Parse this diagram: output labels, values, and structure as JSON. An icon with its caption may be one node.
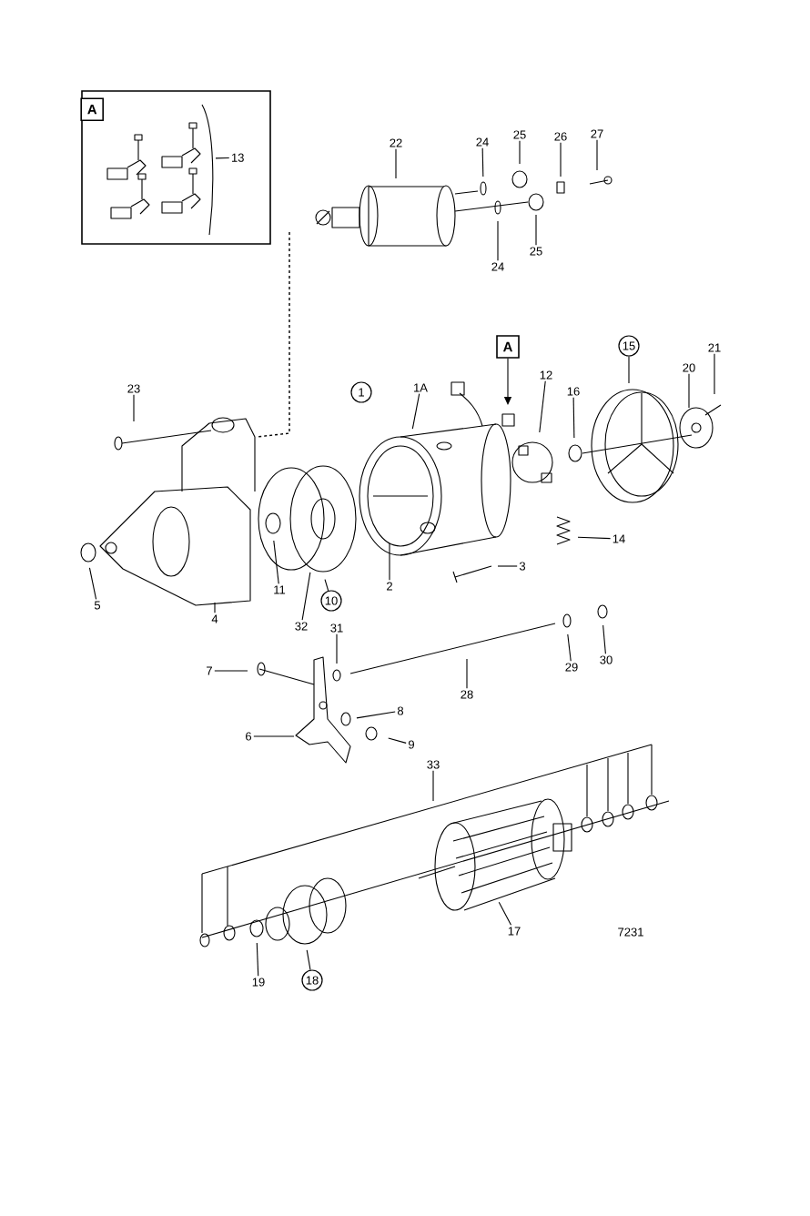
{
  "diagram": {
    "nodes": [
      {
        "text": [],
        "shape": "box"
      },
      {
        "text": [
          "A"
        ],
        "in": 0
      },
      {
        "text": [
          "13"
        ],
        "in": 0
      },
      {
        "text": [
          "22"
        ]
      },
      {
        "text": [
          "24"
        ]
      },
      {
        "text": [
          "25"
        ]
      },
      {
        "text": [
          "26"
        ]
      },
      {
        "text": [
          "27"
        ]
      },
      {
        "text": [
          "24"
        ]
      },
      {
        "text": [
          "25"
        ]
      },
      {
        "text": [
          "A"
        ]
      },
      {
        "text": [
          "15"
        ]
      },
      {
        "text": [
          "21"
        ]
      },
      {
        "text": [
          "12"
        ]
      },
      {
        "text": [
          "20"
        ]
      },
      {
        "text": [
          "23"
        ]
      },
      {
        "text": [
          "1"
        ]
      },
      {
        "text": [
          "1A"
        ]
      },
      {
        "text": [
          "16"
        ]
      },
      {
        "text": [
          "14"
        ]
      },
      {
        "text": [
          "3"
        ]
      },
      {
        "text": [
          "5"
        ]
      },
      {
        "text": [
          "11"
        ]
      },
      {
        "text": [
          "2"
        ]
      },
      {
        "text": [
          "10"
        ]
      },
      {
        "text": [
          "4"
        ]
      },
      {
        "text": [
          "32"
        ]
      },
      {
        "text": [
          "31"
        ]
      },
      {
        "text": [
          "29"
        ]
      },
      {
        "text": [
          "30"
        ]
      },
      {
        "text": [
          "7"
        ]
      },
      {
        "text": [
          "28"
        ]
      },
      {
        "text": [
          "8"
        ]
      },
      {
        "text": [
          "6"
        ]
      },
      {
        "text": [
          "9"
        ]
      },
      {
        "text": [
          "33"
        ]
      },
      {
        "text": [
          "17"
        ]
      },
      {
        "text": [
          "19"
        ]
      },
      {
        "text": [
          "18"
        ]
      }
    ],
    "edges": [
      {
        "from": 2,
        "to": null,
        "arrow": "none"
      },
      {
        "from": 3,
        "to": null,
        "arrow": "none"
      },
      {
        "from": 4,
        "to": null,
        "arrow": "none"
      },
      {
        "from": 5,
        "to": null,
        "arrow": "none"
      },
      {
        "from": 6,
        "to": null,
        "arrow": "none"
      },
      {
        "from": 7,
        "to": null,
        "arrow": "none"
      },
      {
        "from": 8,
        "to": null,
        "arrow": "none"
      },
      {
        "from": 9,
        "to": null,
        "arrow": "none"
      },
      {
        "from": 10,
        "to": null,
        "arrow": "to"
      },
      {
        "from": 11,
        "to": null,
        "arrow": "none"
      },
      {
        "from": 12,
        "to": null,
        "arrow": "none"
      },
      {
        "from": 13,
        "to": null,
        "arrow": "none"
      },
      {
        "from": 14,
        "to": null,
        "arrow": "none"
      },
      {
        "from": 15,
        "to": null,
        "arrow": "none"
      },
      {
        "from": 17,
        "to": null,
        "arrow": "none"
      },
      {
        "from": 18,
        "to": null,
        "arrow": "none"
      },
      {
        "from": 19,
        "to": null,
        "arrow": "none"
      },
      {
        "from": 20,
        "to": null,
        "arrow": "none"
      },
      {
        "from": 21,
        "to": null,
        "arrow": "none"
      },
      {
        "from": 22,
        "to": null,
        "arrow": "none"
      },
      {
        "from": 23,
        "to": null,
        "arrow": "none"
      },
      {
        "from": 24,
        "to": null,
        "arrow": "none"
      },
      {
        "from": 25,
        "to": null,
        "arrow": "none"
      },
      {
        "from": 26,
        "to": null,
        "arrow": "none"
      },
      {
        "from": 27,
        "to": null,
        "arrow": "none"
      },
      {
        "from": 28,
        "to": null,
        "arrow": "none"
      },
      {
        "from": 29,
        "to": null,
        "arrow": "none"
      },
      {
        "from": 30,
        "to": null,
        "arrow": "none"
      },
      {
        "from": 31,
        "to": null,
        "arrow": "none"
      },
      {
        "from": 32,
        "to": null,
        "arrow": "none"
      },
      {
        "from": 33,
        "to": null,
        "arrow": "none"
      },
      {
        "from": 34,
        "to": null,
        "arrow": "none"
      },
      {
        "from": 35,
        "to": null,
        "arrow": "none"
      },
      {
        "from": 36,
        "to": null,
        "arrow": "none"
      },
      {
        "from": 37,
        "to": null,
        "arrow": "none"
      },
      {
        "from": 38,
        "to": null,
        "arrow": "none"
      }
    ],
    "labels": [
      "7231"
    ]
  }
}
